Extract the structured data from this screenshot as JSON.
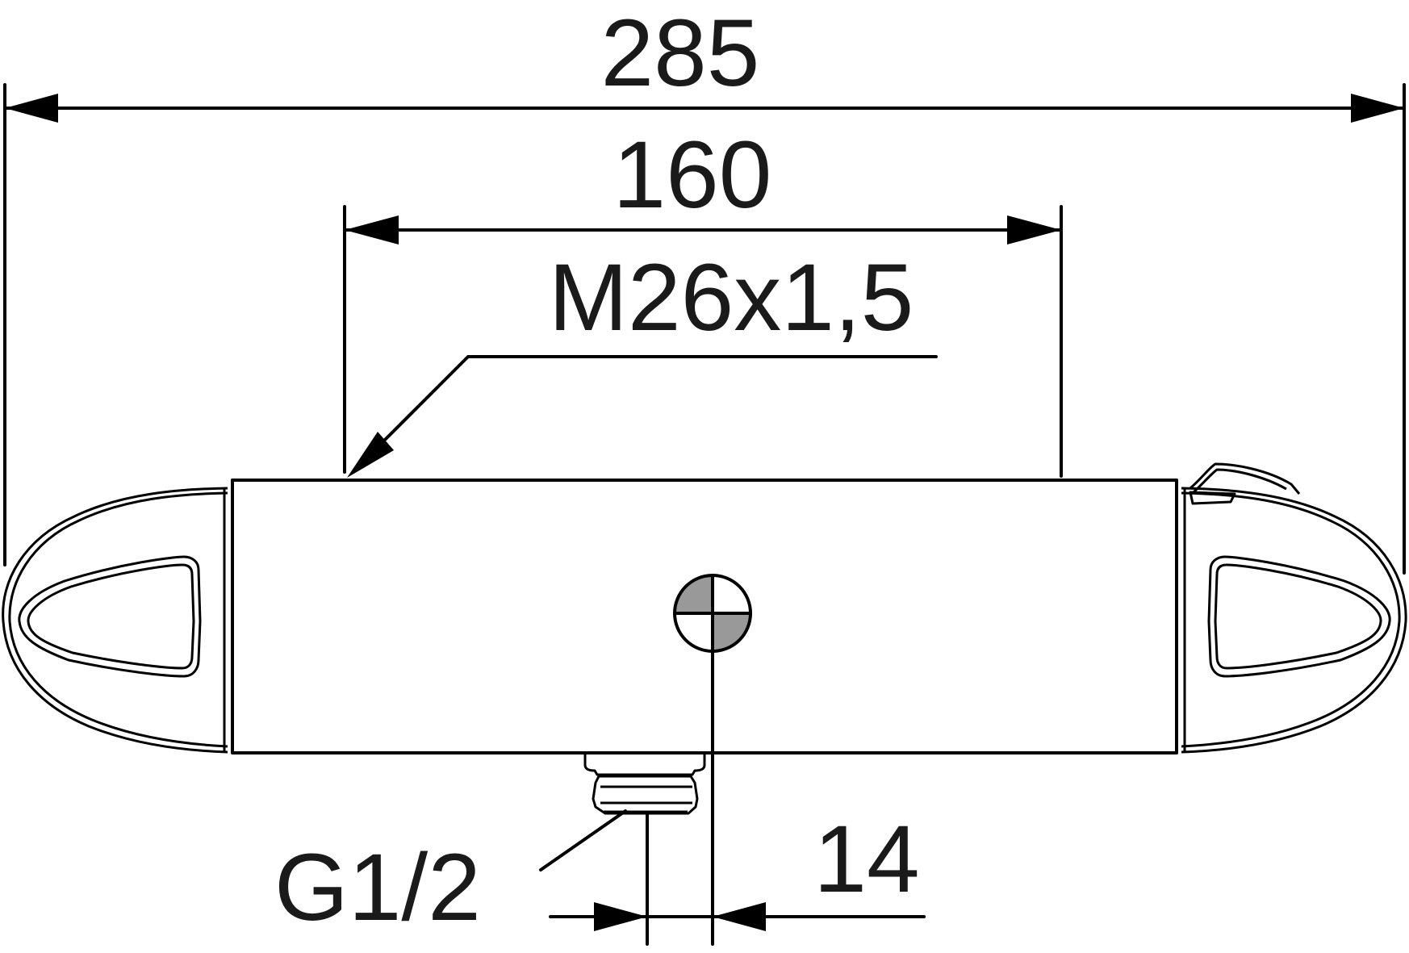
{
  "dimensions": {
    "overall_width": "285",
    "bolt_spacing": "160",
    "thread_outlet": "M26x1,5",
    "thread_inlet": "G1/2",
    "offset": "14"
  },
  "colors": {
    "line": "#000000",
    "fill_quadrant": "#999999",
    "text": "#1a1a1a",
    "background": "#ffffff"
  }
}
